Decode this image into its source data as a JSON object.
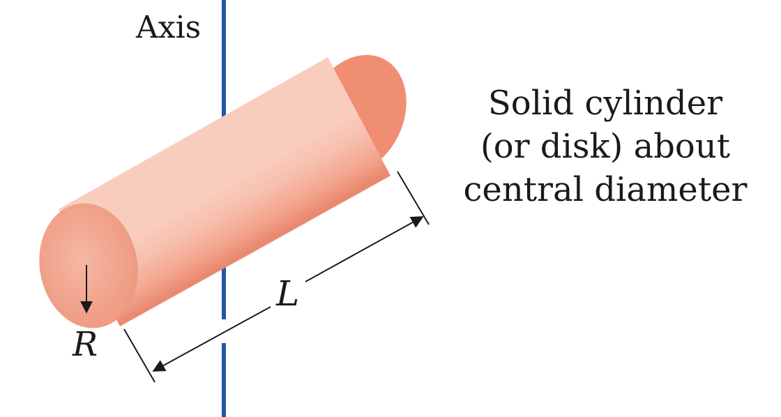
{
  "axis_label": "Axis",
  "caption": {
    "line1": "Solid cylinder",
    "line2": "(or disk) about",
    "line3": "central diameter"
  },
  "radius_label": "R",
  "length_label": "L",
  "colors": {
    "axis": "#2456a4",
    "cylinder_light": "#f7c4b4",
    "cylinder_mid": "#f3a48c",
    "cylinder_dark": "#e8846a",
    "end_face": "#f2a08a",
    "line": "#1a1a1a"
  }
}
